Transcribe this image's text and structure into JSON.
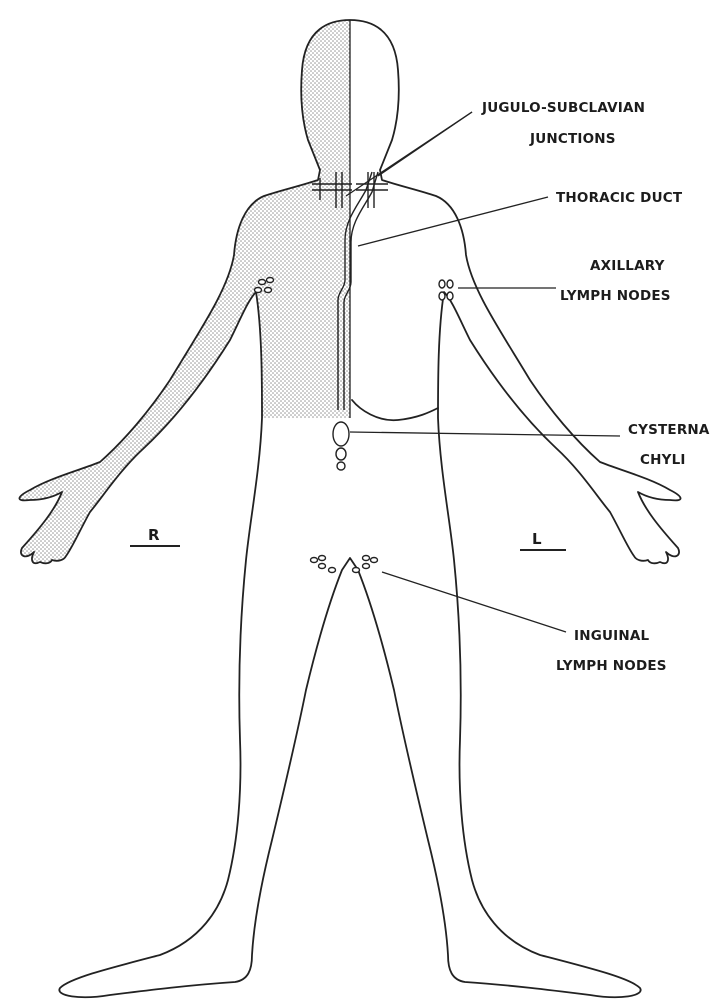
{
  "labels": {
    "jugulo_line1": "JUGULO-SUBCLAVIAN",
    "jugulo_line2": "JUNCTIONS",
    "thoracic_duct": "THORACIC  DUCT",
    "axillary_line1": "AXILLARY",
    "axillary_line2": "LYMPH  NODES",
    "cisterna_line1": "CYSTERNA",
    "cisterna_line2": "CHYLI",
    "inguinal_line1": "INGUINAL",
    "inguinal_line2": "LYMPH  NODES",
    "right_side": "R",
    "left_side": "L"
  },
  "colors": {
    "ink": "#222222",
    "stipple": "#9a9a9a",
    "background": "#ffffff"
  }
}
